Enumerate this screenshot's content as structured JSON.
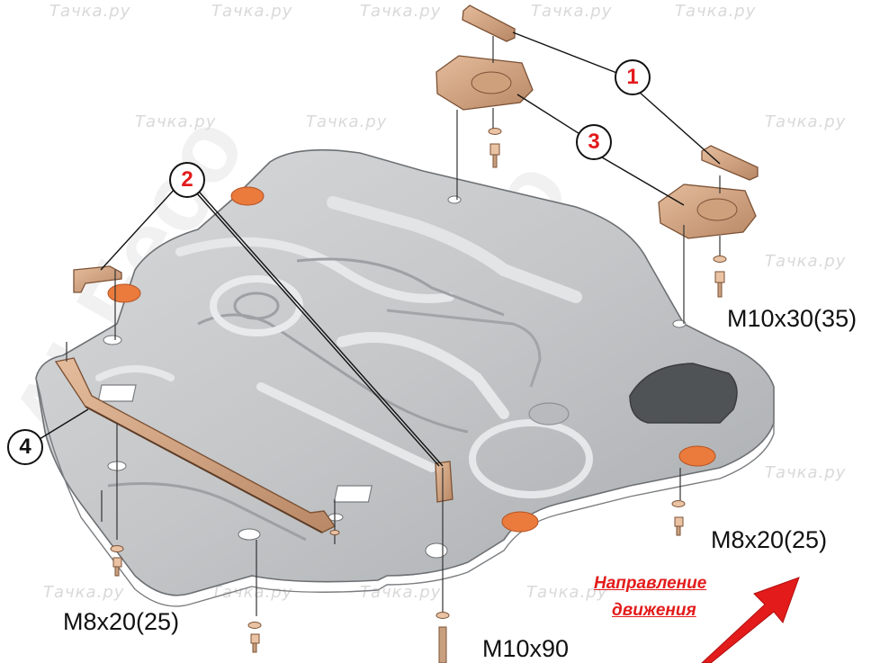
{
  "watermarks": {
    "text": "Тачка.ру",
    "brand": "ALFeco"
  },
  "callouts": [
    "1",
    "2",
    "3",
    "4"
  ],
  "bolts": {
    "top_right": "M10x30(35)",
    "right": "M8x20(25)",
    "left": "M8x20(25)",
    "bottom": "M10x90"
  },
  "direction": {
    "line1": "Направление",
    "line2": "движения"
  },
  "colors": {
    "plate": "#c9cbcd",
    "bracket": "#c89a78",
    "arrow": "#e31b1b"
  }
}
